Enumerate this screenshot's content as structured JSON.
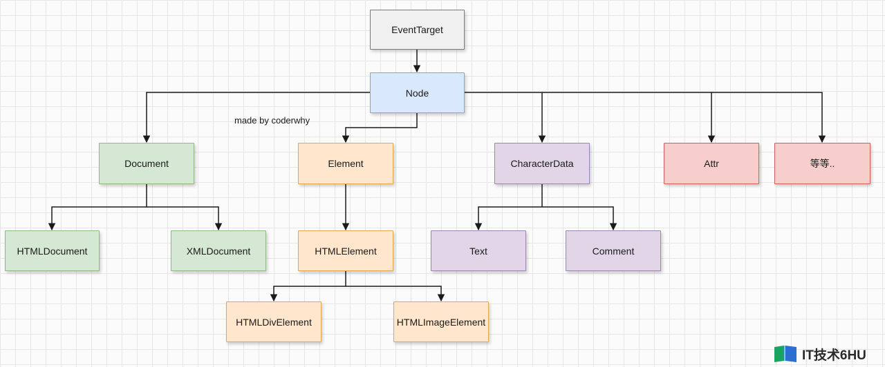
{
  "nodes": {
    "event_target": "EventTarget",
    "node": "Node",
    "document": "Document",
    "element": "Element",
    "character_data": "CharacterData",
    "attr": "Attr",
    "etc": "等等..",
    "html_document": "HTMLDocument",
    "xml_document": "XMLDocument",
    "html_element": "HTMLElement",
    "text": "Text",
    "comment": "Comment",
    "html_div_element": "HTMLDivElement",
    "html_image_element": "HTMLImageElement"
  },
  "note": "made by coderwhy",
  "watermark": "IT技术6HU",
  "colors": {
    "gray": "#f0f0f0",
    "blue": "#dae8fc",
    "green": "#d5e8d4",
    "orange": "#ffe6cc",
    "purple": "#e1d5e7",
    "red": "#f8cecc"
  }
}
